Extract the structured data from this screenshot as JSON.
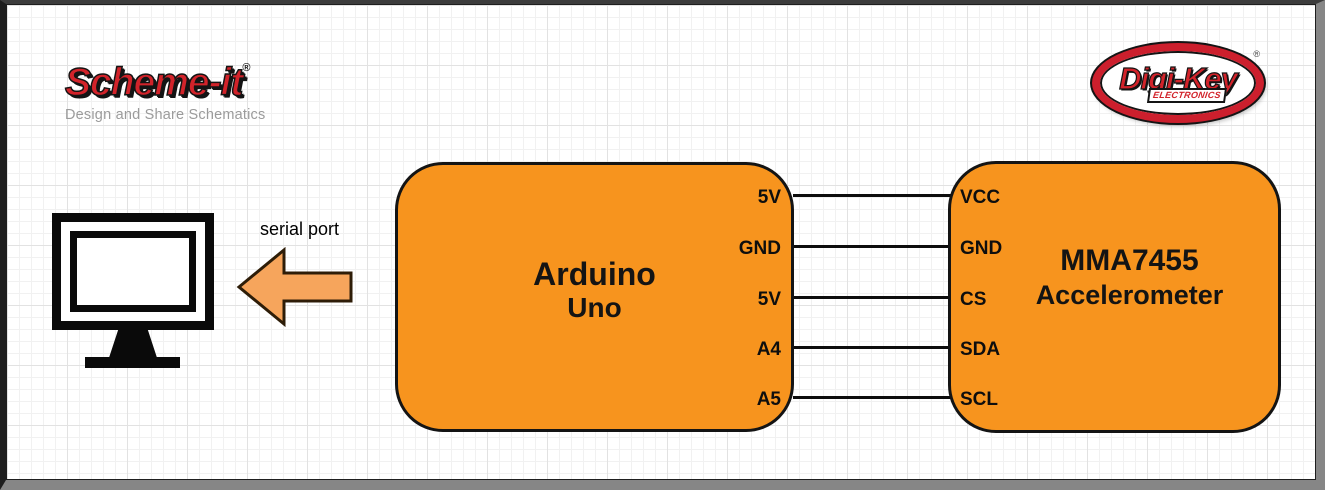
{
  "branding": {
    "schemeit": {
      "name": "Scheme-it",
      "registered": "®",
      "tagline": "Design and Share Schematics"
    },
    "digikey": {
      "name": "Digi-Key",
      "subtitle": "ELECTRONICS",
      "registered": "®"
    }
  },
  "diagram": {
    "serial_port_label": "serial port",
    "arduino": {
      "title": "Arduino",
      "subtitle": "Uno",
      "pins": [
        "5V",
        "GND",
        "5V",
        "A4",
        "A5"
      ]
    },
    "accelerometer": {
      "title": "MMA7455",
      "subtitle": "Accelerometer",
      "pins": [
        "VCC",
        "GND",
        "CS",
        "SDA",
        "SCL"
      ]
    },
    "connections": [
      {
        "from": "5V",
        "to": "VCC"
      },
      {
        "from": "GND",
        "to": "GND"
      },
      {
        "from": "5V",
        "to": "CS"
      },
      {
        "from": "A4",
        "to": "SDA"
      },
      {
        "from": "A5",
        "to": "SCL"
      }
    ],
    "colors": {
      "component_fill": "#F7941E",
      "component_border": "#141414",
      "wire": "#0D0D0D",
      "arrow_fill": "#F6A55C",
      "brand_red": "#D2232A",
      "grid_line": "#E2E2E2"
    }
  }
}
